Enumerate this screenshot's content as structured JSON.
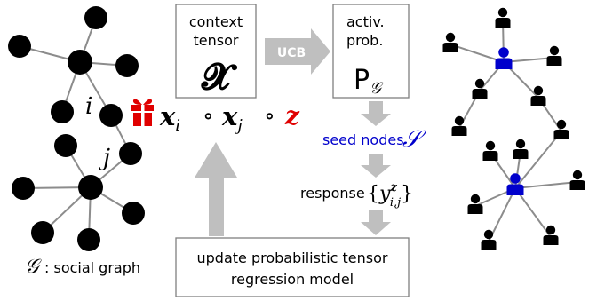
{
  "left_graph": {
    "node_i_label": "i",
    "node_j_label": "j",
    "graph_label_symbol": "𝒢",
    "graph_label_text": ": social graph"
  },
  "context_box": {
    "line1": "context",
    "line2": "tensor",
    "symbol": "𝓧"
  },
  "ucb_arrow": {
    "label": "UCB"
  },
  "activation_box": {
    "line1": "activ.",
    "line2": "prob.",
    "symbol_main": "P",
    "symbol_sub": "𝒢"
  },
  "feature_product": {
    "xi": "x",
    "xi_sub": "i",
    "op1": "∘",
    "xj": "x",
    "xj_sub": "j",
    "op2": "∘",
    "z": "z"
  },
  "seed_nodes": {
    "label": "seed nodes",
    "symbol": "𝒮"
  },
  "response": {
    "label": "response",
    "formula_open": "{",
    "y": "y",
    "sup": "z",
    "sub": "i,j",
    "formula_close": "}"
  },
  "update_box": {
    "line1": "update probabilistic tensor",
    "line2": "regression model"
  },
  "colors": {
    "node": "#000000",
    "edge": "#8c8c8c",
    "arrow": "#bfbfbf",
    "seed_blue": "#0000cc",
    "red": "#e00000",
    "box_border": "#7f7f7f"
  },
  "icons": [
    "gift-icon",
    "person-icon"
  ]
}
